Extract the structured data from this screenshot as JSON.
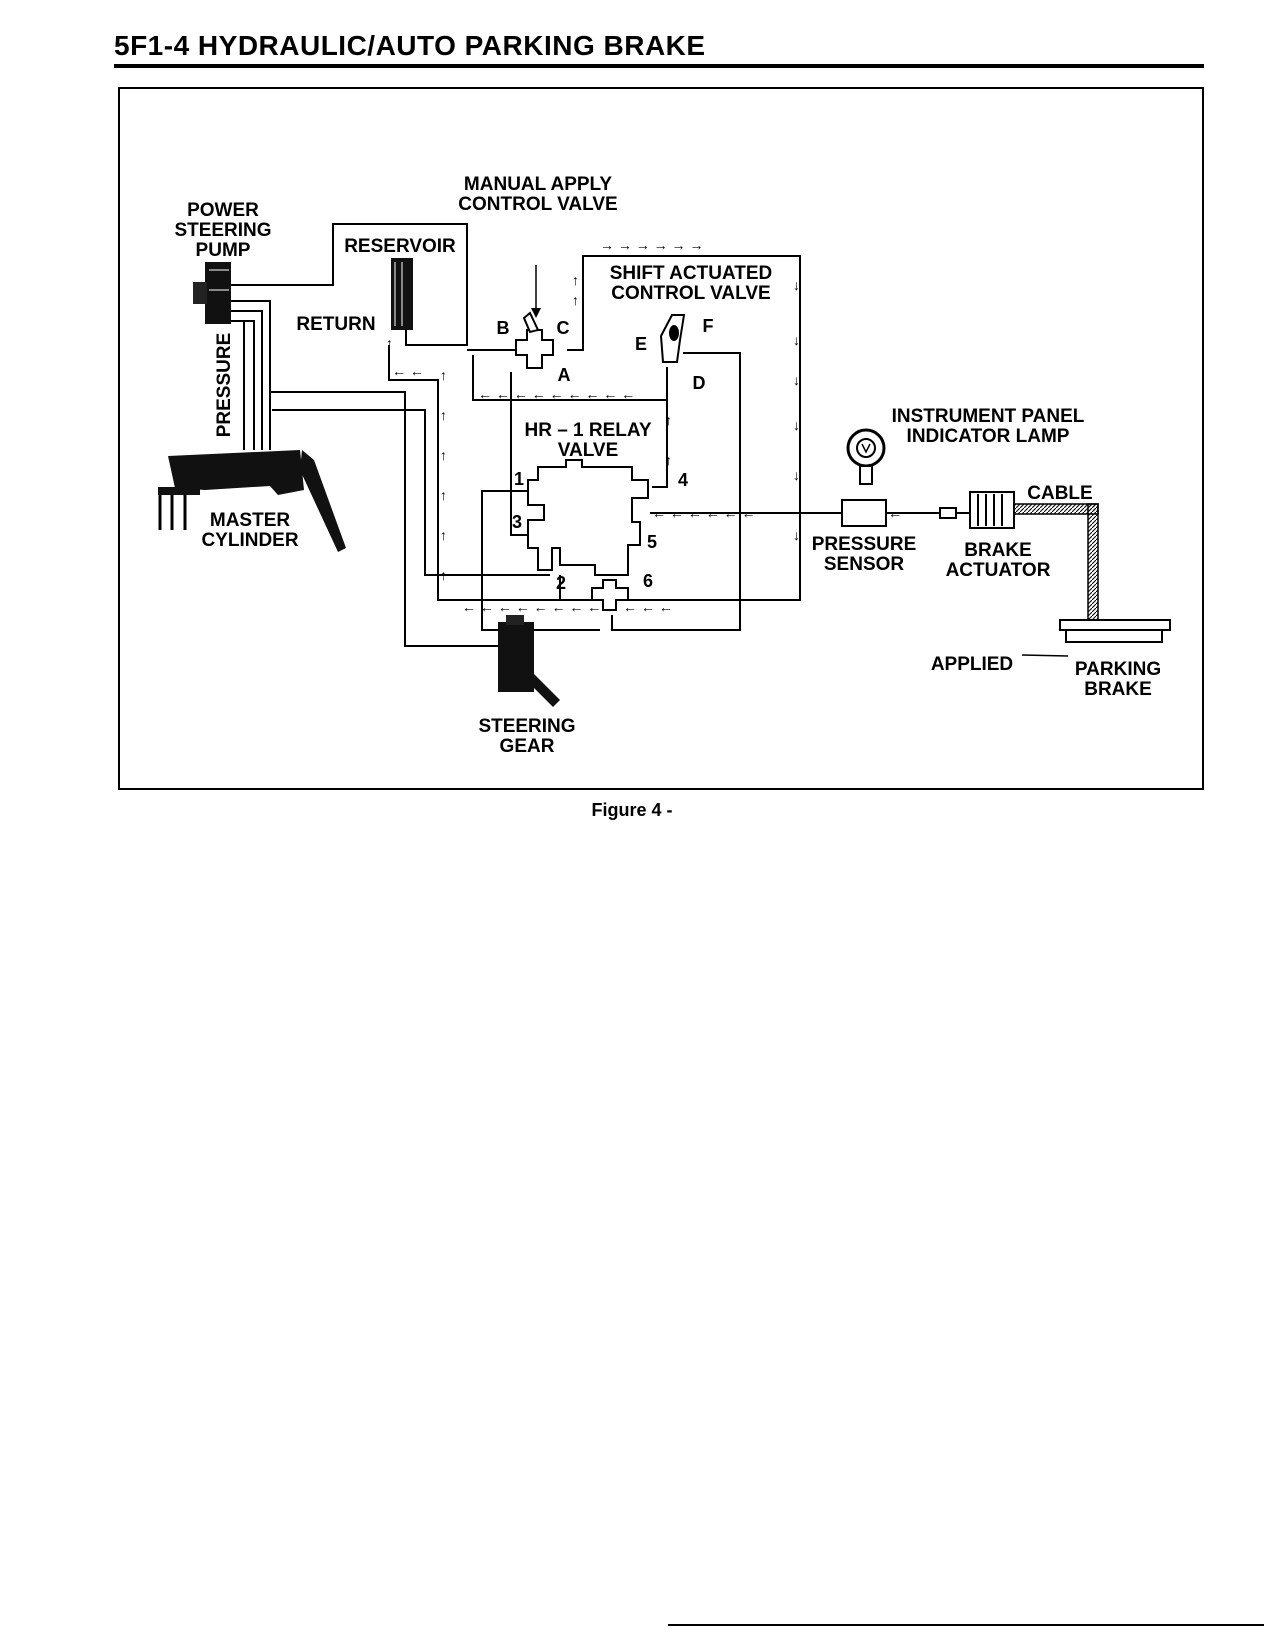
{
  "header": {
    "title": "5F1-4 HYDRAULIC/AUTO PARKING BRAKE"
  },
  "figure": {
    "caption": "Figure 4 -",
    "labels": {
      "power_steering_pump": [
        "POWER",
        "STEERING",
        "PUMP"
      ],
      "reservoir": "RESERVOIR",
      "return": "RETURN",
      "pressure": "PRESSURE",
      "master_cylinder": [
        "MASTER",
        "CYLINDER"
      ],
      "manual_apply_control_valve": [
        "MANUAL APPLY",
        "CONTROL VALVE"
      ],
      "shift_actuated_control_valve": [
        "SHIFT ACTUATED",
        "CONTROL VALVE"
      ],
      "hr1_relay_valve": [
        "HR – 1 RELAY",
        "VALVE"
      ],
      "steering_gear": [
        "STEERING",
        "GEAR"
      ],
      "instrument_panel_indicator_lamp": [
        "INSTRUMENT PANEL",
        "INDICATOR LAMP"
      ],
      "pressure_sensor": [
        "PRESSURE",
        "SENSOR"
      ],
      "brake_actuator": [
        "BRAKE",
        "ACTUATOR"
      ],
      "cable": "CABLE",
      "applied": "APPLIED",
      "parking_brake": [
        "PARKING",
        "BRAKE"
      ],
      "ports_letters": [
        "A",
        "B",
        "C",
        "D",
        "E",
        "F"
      ],
      "ports_numbers": [
        "1",
        "2",
        "3",
        "4",
        "5",
        "6"
      ]
    }
  }
}
